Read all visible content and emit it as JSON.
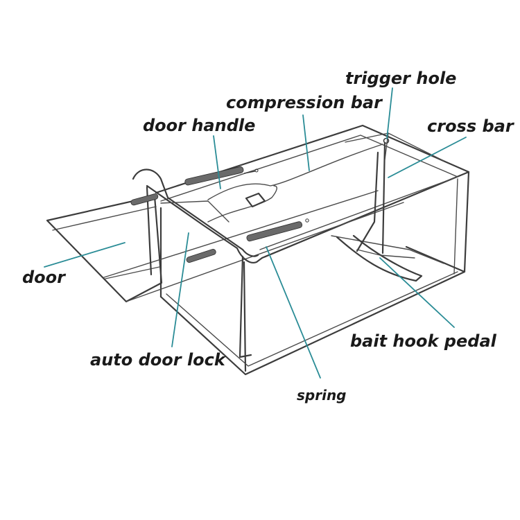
{
  "colors": {
    "leader": "#2a8c96",
    "outline": "#3c3c3c",
    "background": "#ffffff"
  },
  "labels": {
    "trigger_hole": "trigger hole",
    "compression_bar": "compression bar",
    "cross_bar": "cross bar",
    "door_handle": "door handle",
    "door": "door",
    "auto_door_lock": "auto door lock",
    "spring": "spring",
    "bait_hook_pedal": "bait hook pedal"
  }
}
